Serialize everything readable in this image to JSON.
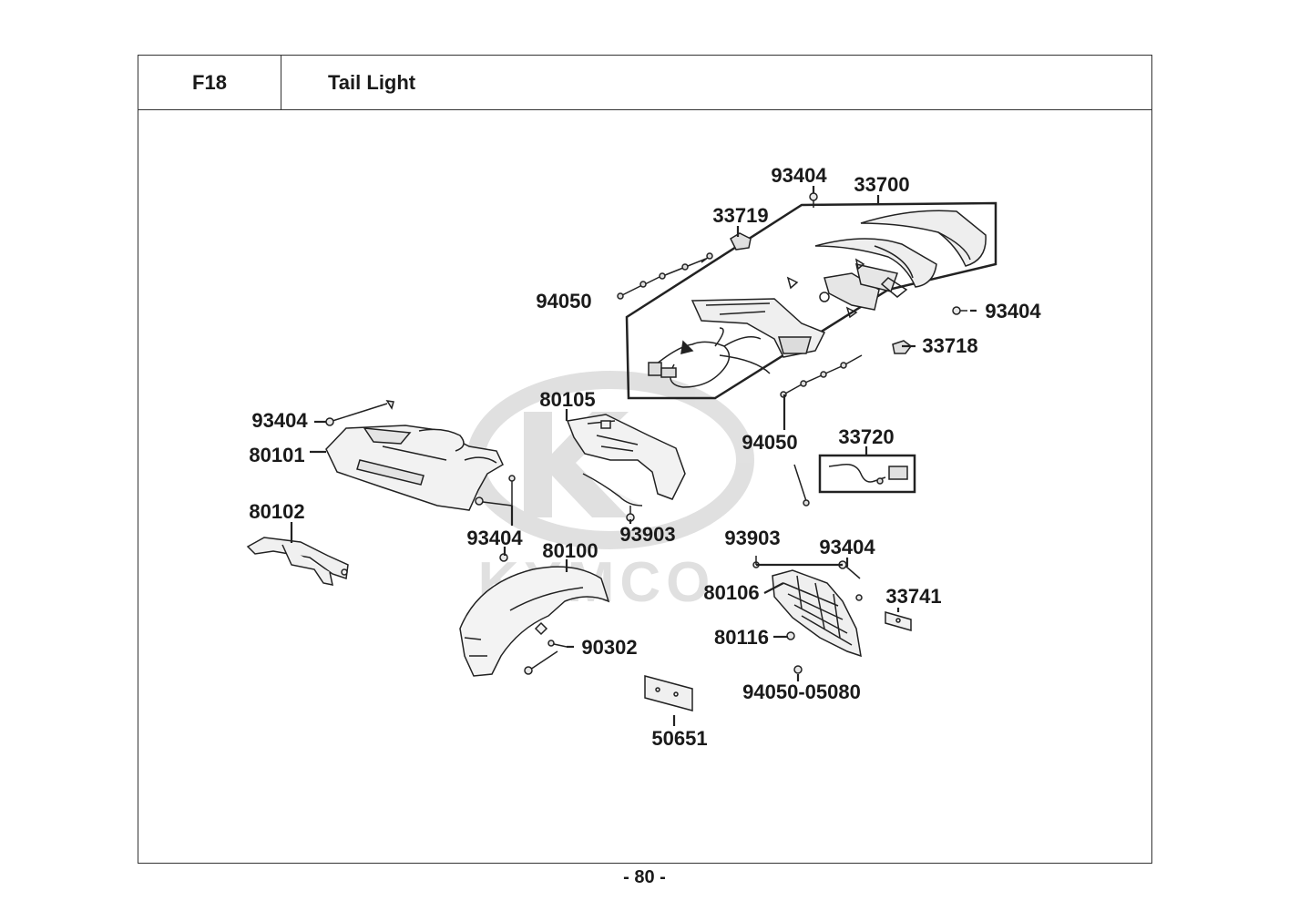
{
  "header": {
    "code": "F18",
    "title": "Tail Light"
  },
  "watermark": {
    "brand": "KYMCO",
    "color": "#c8c8c8"
  },
  "colors": {
    "line": "#222222",
    "part_fill": "#f4f4f4",
    "shade": "#d9d9d9"
  },
  "callouts": [
    "93404",
    "33700",
    "33719",
    "94050",
    "93404",
    "33718",
    "80105",
    "94050",
    "33720",
    "93404",
    "80101",
    "80102",
    "93404",
    "93903",
    "80100",
    "93903",
    "93404",
    "80106",
    "33741",
    "80116",
    "90302",
    "94050-05080",
    "50651"
  ],
  "footer": {
    "page": "- 80 -"
  }
}
